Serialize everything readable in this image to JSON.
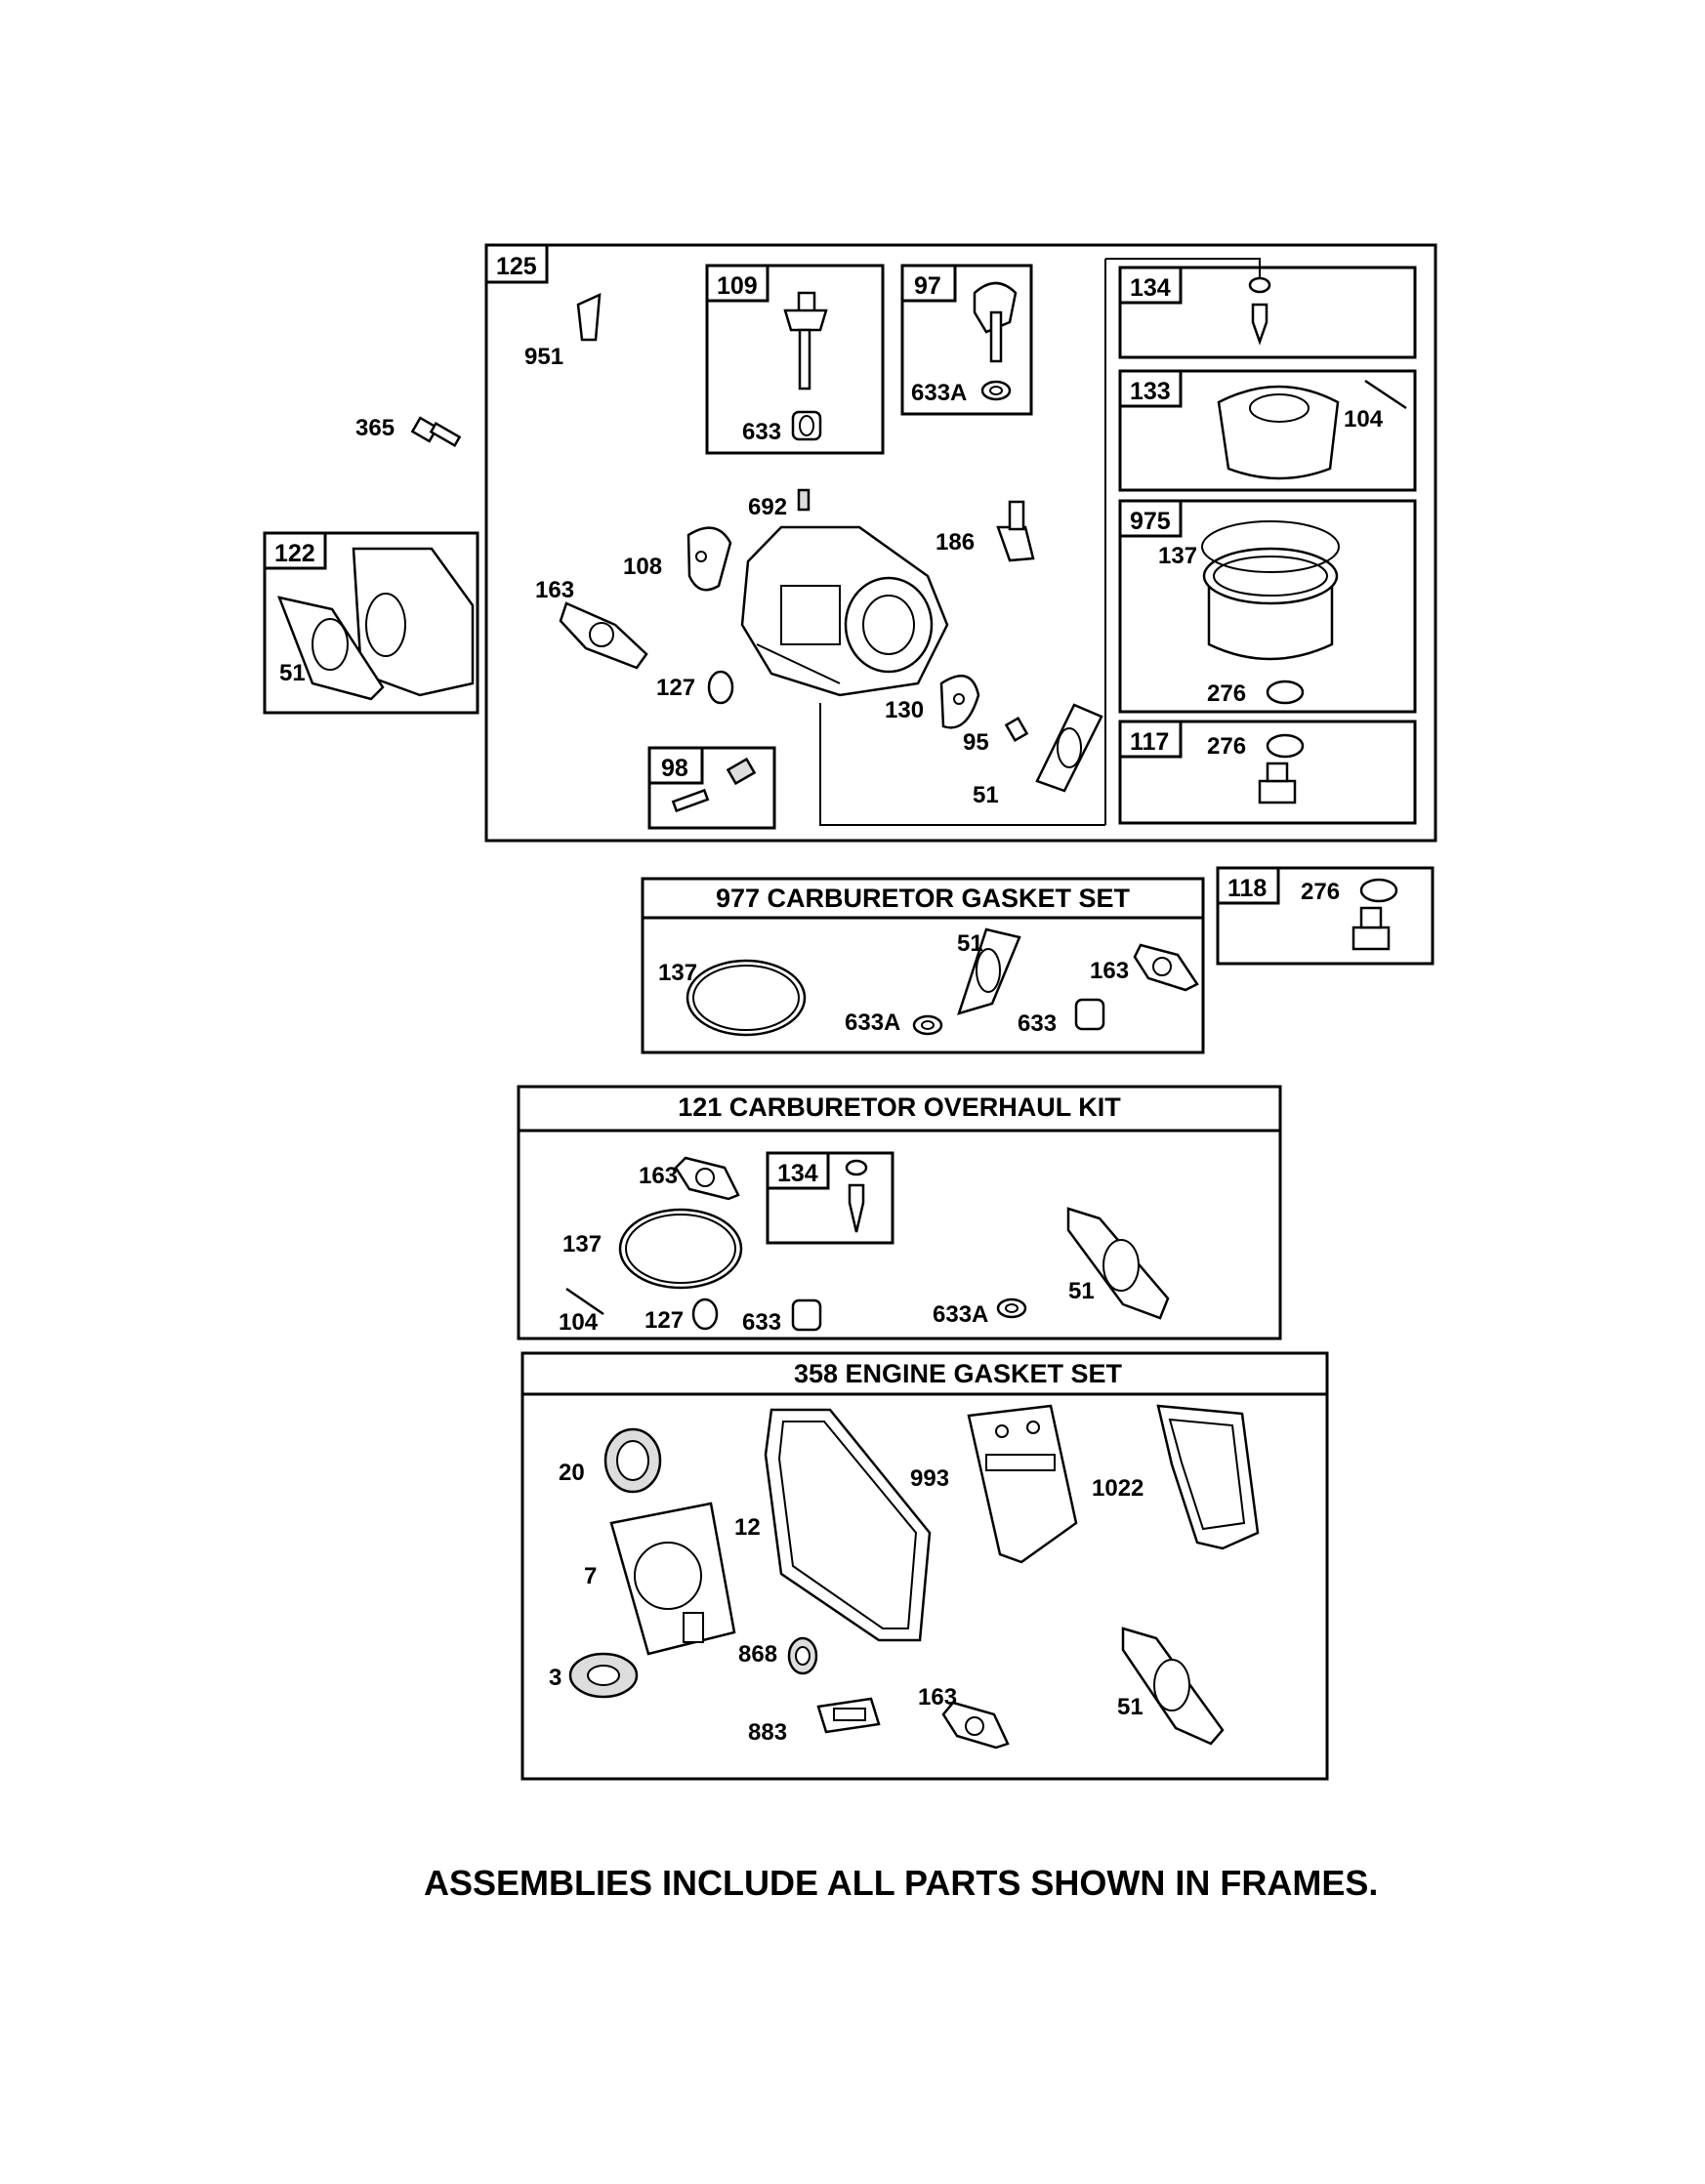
{
  "labels": {
    "l125": "125",
    "l109": "109",
    "l97": "97",
    "l134a": "134",
    "l133": "133",
    "l975": "975",
    "l117": "117",
    "l118": "118",
    "l122": "122",
    "l98": "98",
    "l134b": "134",
    "p951": "951",
    "p365": "365",
    "p633a": "633",
    "p633Aa": "633A",
    "p692": "692",
    "p186": "186",
    "p108": "108",
    "p163a": "163",
    "p127a": "127",
    "p130": "130",
    "p95": "95",
    "p51a": "51",
    "p51b": "51",
    "p104a": "104",
    "p137a": "137",
    "p276a": "276",
    "p276b": "276",
    "p276c": "276",
    "p137b": "137",
    "p51c": "51",
    "p163b": "163",
    "p633Ab": "633A",
    "p633b": "633",
    "p163c": "163",
    "p137c": "137",
    "p104b": "104",
    "p127b": "127",
    "p633c": "633",
    "p633Ac": "633A",
    "p51d": "51",
    "p20": "20",
    "p12": "12",
    "p993": "993",
    "p1022": "1022",
    "p7": "7",
    "p3": "3",
    "p868": "868",
    "p883": "883",
    "p163d": "163",
    "p51e": "51"
  },
  "titles": {
    "gasket_set": "977 CARBURETOR  GASKET SET",
    "overhaul_kit": "121 CARBURETOR OVERHAUL KIT",
    "engine_gasket": "358 ENGINE GASKET SET"
  },
  "footer": "ASSEMBLIES INCLUDE ALL PARTS SHOWN IN FRAMES."
}
